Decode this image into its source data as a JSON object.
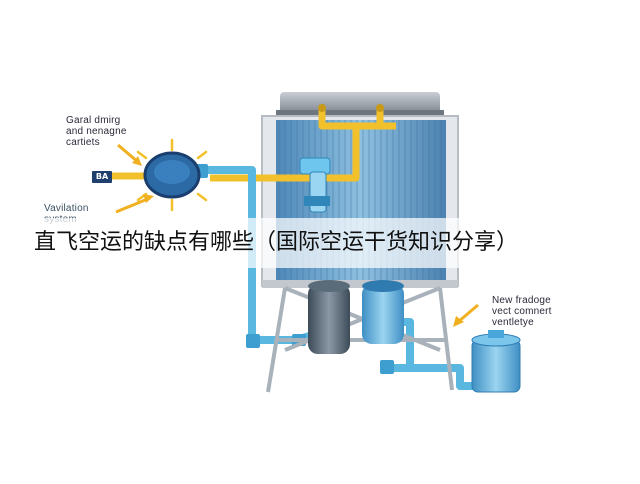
{
  "banner": {
    "title": "直飞空运的缺点有哪些（国际空运干货知识分享）"
  },
  "labels": {
    "left_top": [
      "Garal dmirg",
      "and nenagne",
      "cartiets"
    ],
    "left_mid": [
      "Vavilation",
      "system"
    ],
    "right": [
      "New fradoge",
      "vect comnert",
      "ventletye"
    ],
    "tag": "BA"
  },
  "colors": {
    "pipe_yellow": "#f2c02a",
    "pipe_blue": "#5ab8e0",
    "tank_blue": "#6a9fc8",
    "arrow": "#f0b020"
  }
}
